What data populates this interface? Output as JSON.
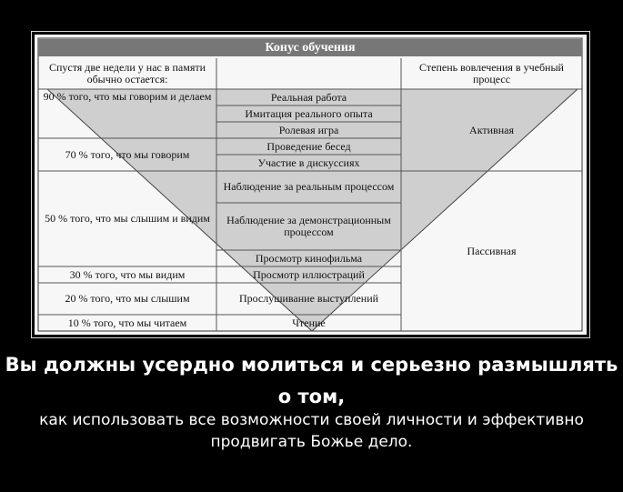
{
  "poster": {
    "table_title": "Конус обучения",
    "header_left": "Спустя две недели у нас в памяти обычно остается:",
    "header_right": "Степень вовлечения в учебный процесс",
    "retention": [
      "90 % того, что мы говорим и делаем",
      "70 % того, что мы говорим",
      "50 % того, что мы слышим и видим",
      "30 % того, что мы видим",
      "20 % того, что мы слышим",
      "10 % того, что мы читаем"
    ],
    "activities": [
      "Реальная работа",
      "Имитация реального опыта",
      "Ролевая игра",
      "Проведение бесед",
      "Участие в дискуссиях",
      "Наблюдение за реальным процессом",
      "Наблюдение за демонстрационным процессом",
      "Просмотр кинофильма",
      "Просмотр иллюстраций",
      "Прослушивание выступлений",
      "Чтение"
    ],
    "involvement": [
      "Активная",
      "Пассивная"
    ],
    "caption_title": "Вы должны усердно молиться и серьезно размышлять о том,",
    "caption_text": "как использовать все возможности своей личности и эффективно продвигать Божье дело."
  }
}
